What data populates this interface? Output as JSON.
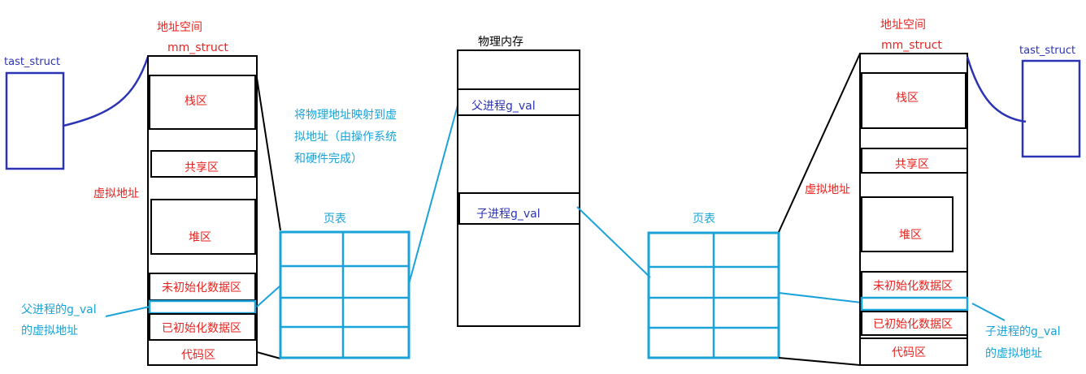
{
  "left": {
    "task_label": "tast_struct",
    "mm_title_1": "地址空间",
    "mm_title_2": "mm_struct",
    "virtual_label": "虚拟地址",
    "regions": {
      "stack": "栈区",
      "shared": "共享区",
      "heap": "堆区",
      "bss": "未初始化数据区",
      "data": "已初始化数据区",
      "code": "代码区"
    },
    "gval_note_1": "父进程的g_val",
    "gval_note_2": "的虚拟地址"
  },
  "right": {
    "task_label": "tast_struct",
    "mm_title_1": "地址空间",
    "mm_title_2": "mm_struct",
    "virtual_label": "虚拟地址",
    "regions": {
      "stack": "栈区",
      "shared": "共享区",
      "heap": "堆区",
      "bss": "未初始化数据区",
      "data": "已初始化数据区",
      "code": "代码区"
    },
    "gval_note_1": "子进程的g_val",
    "gval_note_2": "的虚拟地址"
  },
  "page_table_label": "页表",
  "mapping_note": [
    "将物理地址映射到虚",
    "拟地址（由操作系统",
    "和硬件完成）"
  ],
  "physical": {
    "title": "物理内存",
    "parent_cell": "父进程g_val",
    "child_cell": "子进程g_val"
  },
  "colors": {
    "red": "#e8231f",
    "blue": "#2b34b4",
    "cyan": "#1aa3d8",
    "black": "#000000"
  }
}
